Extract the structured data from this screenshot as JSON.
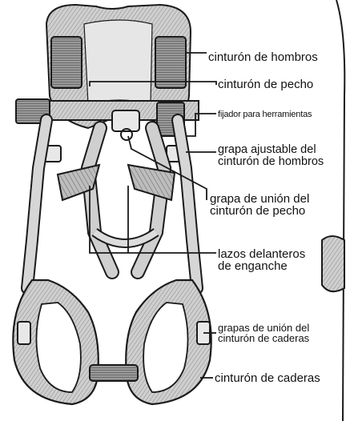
{
  "labels": {
    "shoulder_belt": "cinturón de hombros",
    "chest_belt": "cinturón de pecho",
    "tool_holder": "fijador para herramientas",
    "shoulder_clip_line1": "grapa ajustable del",
    "shoulder_clip_line2": "cinturón de hombros",
    "chest_clip_line1": "grapa de unión del",
    "chest_clip_line2": "cinturón de pecho",
    "front_loops_line1": "lazos delanteros",
    "front_loops_line2": "de enganche",
    "hip_clips_line1": "grapas de unión del",
    "hip_clips_line2": "cinturón de caderas",
    "hip_belt": "cinturón de caderas"
  },
  "colors": {
    "ink": "#1a1a1a",
    "strap_fill": "#d9d9d9",
    "pad_fill": "#bdbdbd",
    "background": "#ffffff"
  }
}
